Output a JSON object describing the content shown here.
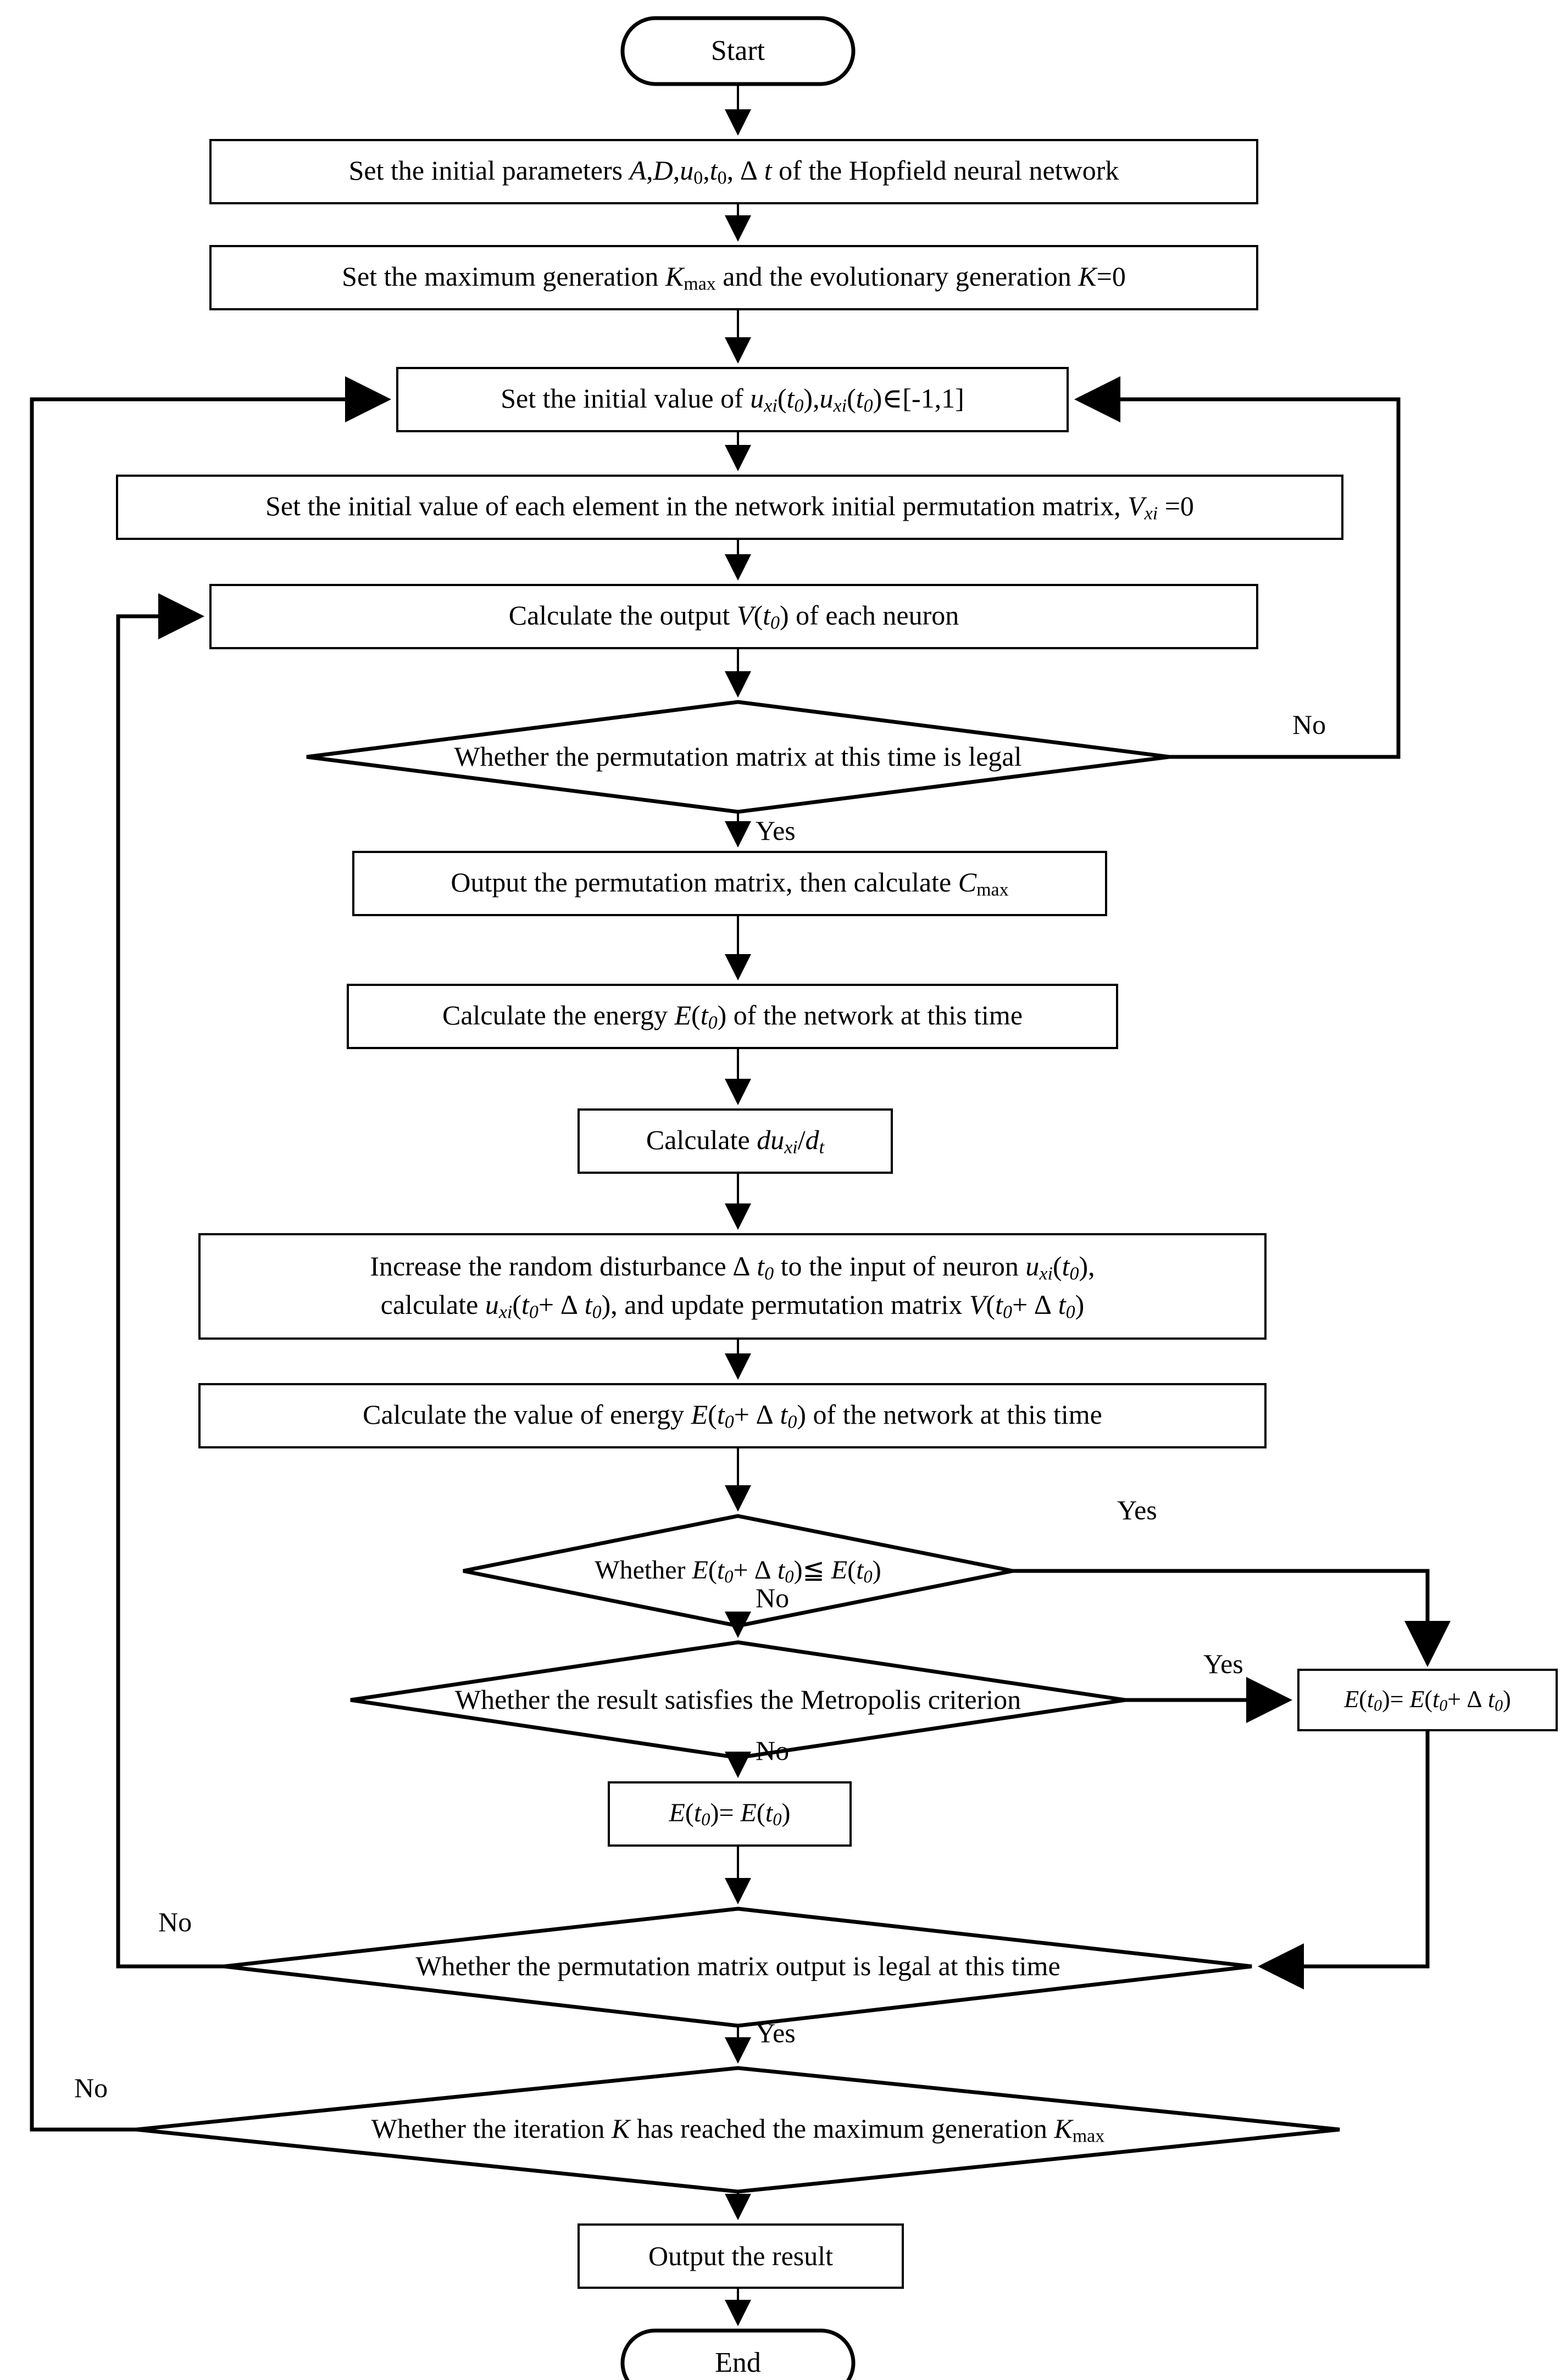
{
  "diagram": {
    "title": "Hopfield neural network with simulated annealing flowchart",
    "bg_color": "#ffffff",
    "stroke_color": "#000000"
  },
  "nodes": {
    "start": {
      "id": "start",
      "shape": "terminator",
      "text": "Start"
    },
    "set_params": {
      "id": "set_params",
      "shape": "process",
      "text": "Set the initial parameters A,D,u0,t0, Δ t of the Hopfield neural network"
    },
    "set_generation": {
      "id": "set_generation",
      "shape": "process",
      "text": "Set the maximum generation Kmax and the evolutionary generation K=0"
    },
    "set_init_u": {
      "id": "set_init_u",
      "shape": "process",
      "text": "Set the initial value of uxi(t0),uxi(t0)∈[-1,1]"
    },
    "set_init_v": {
      "id": "set_init_v",
      "shape": "process",
      "text": "Set the initial value of each element in the network initial permutation matrix, Vxi =0"
    },
    "calc_output": {
      "id": "calc_output",
      "shape": "process",
      "text": "Calculate the output V(t0) of each neuron"
    },
    "d_legal1": {
      "id": "d_legal1",
      "shape": "decision",
      "text": "Whether the permutation matrix at this time is legal"
    },
    "output_matrix": {
      "id": "output_matrix",
      "shape": "process",
      "text": "Output the permutation matrix, then calculate Cmax"
    },
    "calc_energy": {
      "id": "calc_energy",
      "shape": "process",
      "text": "Calculate the energy E(t0) of the network at this time"
    },
    "calc_du": {
      "id": "calc_du",
      "shape": "process",
      "text": "Calculate duxi/dt"
    },
    "disturb": {
      "id": "disturb",
      "shape": "process",
      "line1": "Increase the random disturbance Δ t0 to the input of neuron uxi(t0),",
      "line2": "calculate uxi(t0+ Δ t0), and update permutation matrix V(t0+ Δ t0)"
    },
    "calc_energy2": {
      "id": "calc_energy2",
      "shape": "process",
      "text": "Calculate the value of energy E(t0+ Δ t0) of the network at this time"
    },
    "d_energy": {
      "id": "d_energy",
      "shape": "decision",
      "text": "Whether E(t0+ Δ t0)≦ E(t0)"
    },
    "d_metropolis": {
      "id": "d_metropolis",
      "shape": "decision",
      "text": "Whether the result satisfies the Metropolis criterion"
    },
    "assign_new": {
      "id": "assign_new",
      "shape": "process",
      "text": "E(t0)= E(t0+ Δ t0)"
    },
    "assign_same": {
      "id": "assign_same",
      "shape": "process",
      "text": "E(t0)= E(t0)"
    },
    "d_legal2": {
      "id": "d_legal2",
      "shape": "decision",
      "text": "Whether the permutation matrix output is legal at this time"
    },
    "d_iteration": {
      "id": "d_iteration",
      "shape": "decision",
      "text": "Whether the iteration K has reached the maximum generation Kmax"
    },
    "output_result": {
      "id": "output_result",
      "shape": "process",
      "text": "Output the result"
    },
    "end": {
      "id": "end",
      "shape": "terminator",
      "text": "End"
    }
  },
  "edge_labels": {
    "legal1_no": "No",
    "legal1_yes": "Yes",
    "energy_yes": "Yes",
    "energy_no": "No",
    "metropolis_yes": "Yes",
    "metropolis_no": "No",
    "legal2_no": "No",
    "legal2_yes": "Yes",
    "iteration_no": "No"
  }
}
